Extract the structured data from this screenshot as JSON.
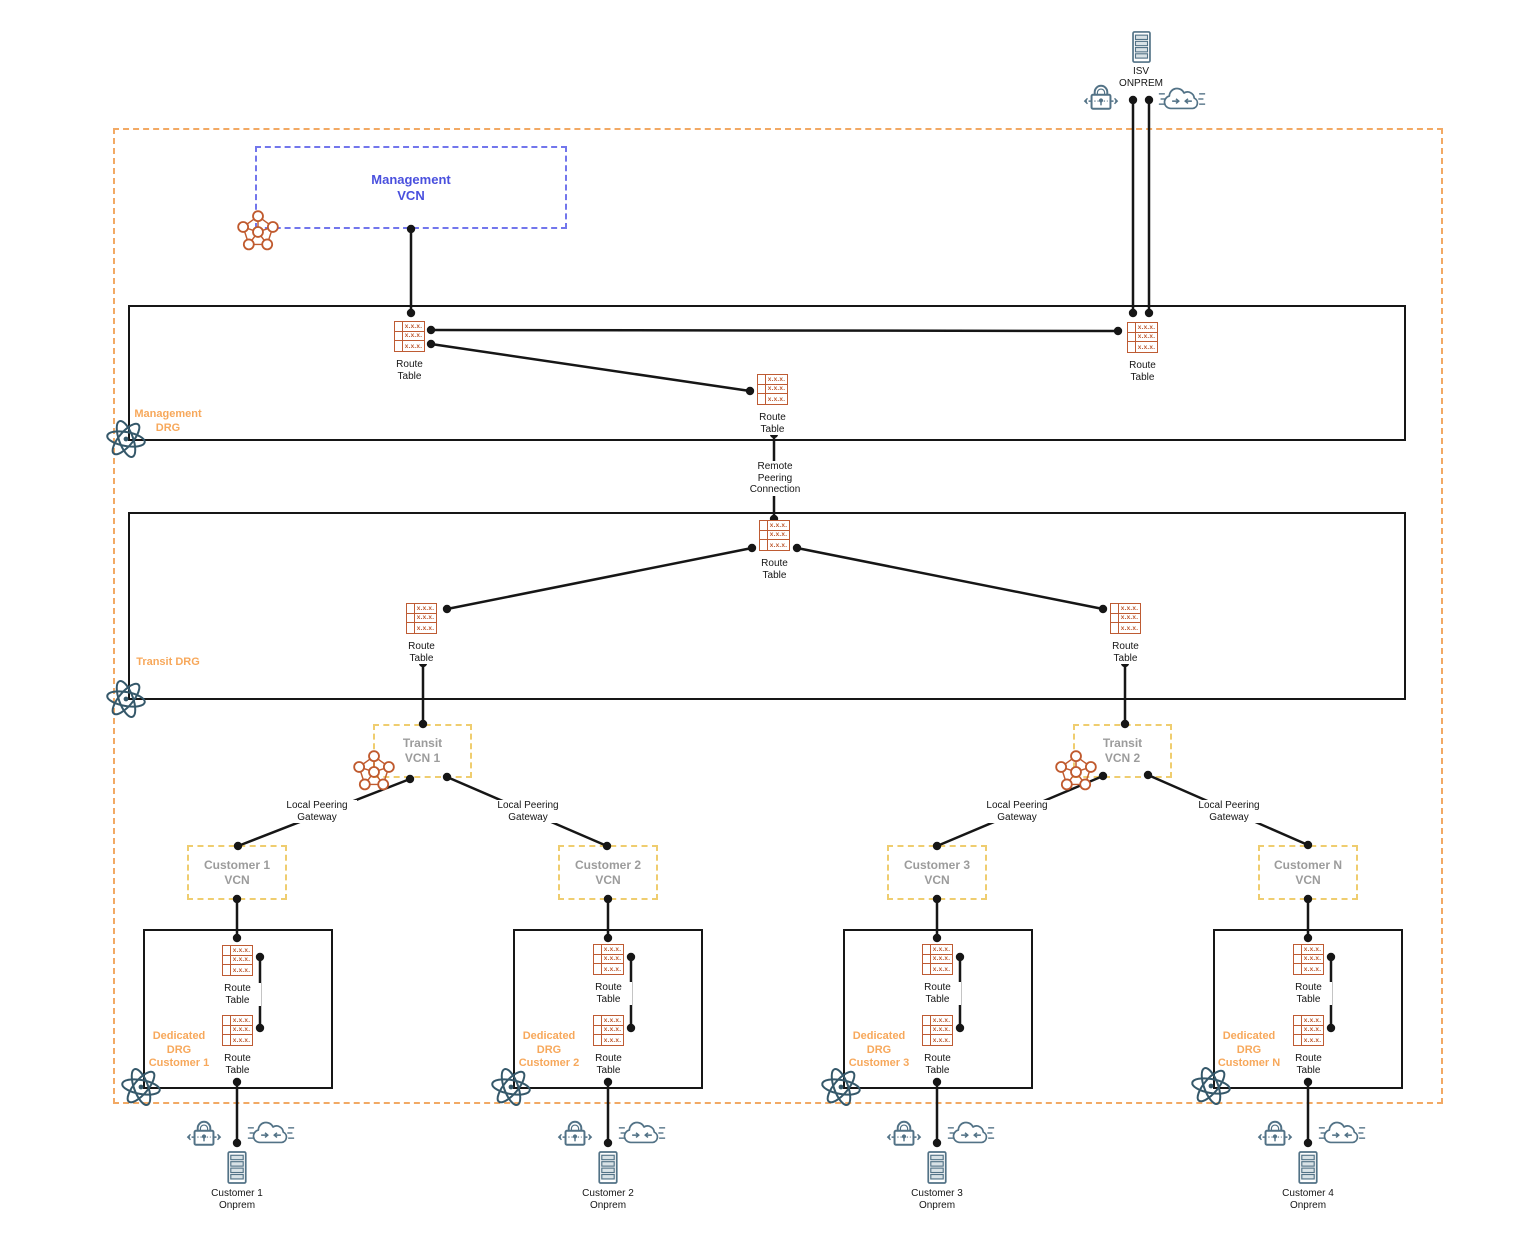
{
  "diagram": {
    "isv_onprem": {
      "label": "ISV ONPREM"
    },
    "management_vcn": {
      "label": "Management VCN"
    },
    "management_drg": {
      "label": "Management DRG"
    },
    "transit_drg": {
      "label": "Transit DRG"
    },
    "remote_peering_connection_label": "Remote Peering Connection",
    "local_peering_gateway_label": "Local Peering Gateway",
    "route_table_label": "Route Table",
    "route_table_cell": "x.x.x.",
    "transit_vcn_1": {
      "label": "Transit VCN 1"
    },
    "transit_vcn_2": {
      "label": "Transit VCN 2"
    },
    "customer_vcns": [
      {
        "label": "Customer 1 VCN"
      },
      {
        "label": "Customer 2 VCN"
      },
      {
        "label": "Customer 3 VCN"
      },
      {
        "label": "Customer N VCN"
      }
    ],
    "dedicated_drgs": [
      {
        "label": "Dedicated DRG Customer 1"
      },
      {
        "label": "Dedicated DRG Customer 2"
      },
      {
        "label": "Dedicated DRG Customer 3"
      },
      {
        "label": "Dedicated DRG Customer N"
      }
    ],
    "customer_onprem": [
      {
        "label": "Customer 1 Onprem"
      },
      {
        "label": "Customer 2 Onprem"
      },
      {
        "label": "Customer 3 Onprem"
      },
      {
        "label": "Customer 4 Onprem"
      }
    ],
    "colors": {
      "outer_boundary_orange": "#F2A964",
      "drg_label_orange": "#F7A85B",
      "vcn_dash_yellow": "#EFCD6F",
      "vcn_dash_blue": "#7276EC",
      "vcn_title_blue": "#4A50DE",
      "vcn_title_gray": "#9C9C9C",
      "route_table_orange": "#BE5B33",
      "atom_icon_slate": "#35586A",
      "onprem_icon_slate": "#527286",
      "connector_black": "#161616"
    }
  }
}
